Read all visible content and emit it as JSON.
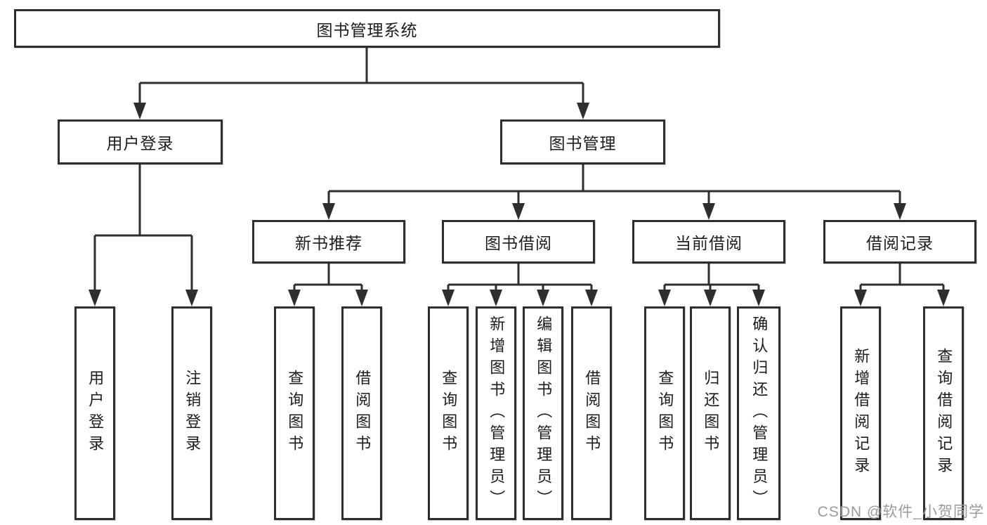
{
  "diagram_title": "图书管理系统",
  "tree": {
    "label": "图书管理系统",
    "children": [
      {
        "label": "用户登录",
        "children": [
          {
            "label": "用户登录"
          },
          {
            "label": "注销登录"
          }
        ]
      },
      {
        "label": "图书管理",
        "children": [
          {
            "label": "新书推荐",
            "children": [
              {
                "label": "查询图书"
              },
              {
                "label": "借阅图书"
              }
            ]
          },
          {
            "label": "图书借阅",
            "children": [
              {
                "label": "查询图书"
              },
              {
                "label": "新增图书（管理员）"
              },
              {
                "label": "编辑图书（管理员）"
              },
              {
                "label": "借阅图书"
              }
            ]
          },
          {
            "label": "当前借阅",
            "children": [
              {
                "label": "查询图书"
              },
              {
                "label": "归还图书"
              },
              {
                "label": "确认归还（管理员）"
              }
            ]
          },
          {
            "label": "借阅记录",
            "children": [
              {
                "label": "新增借阅记录"
              },
              {
                "label": "查询借阅记录"
              }
            ]
          }
        ]
      }
    ]
  },
  "watermark": "CSDN @软件_小贺同学",
  "colors": {
    "line": "#2e2e2e",
    "text": "#1c1c1c",
    "box_background": "#ffffff",
    "watermark": "#9b9b9b",
    "page_background": "#ffffff"
  }
}
